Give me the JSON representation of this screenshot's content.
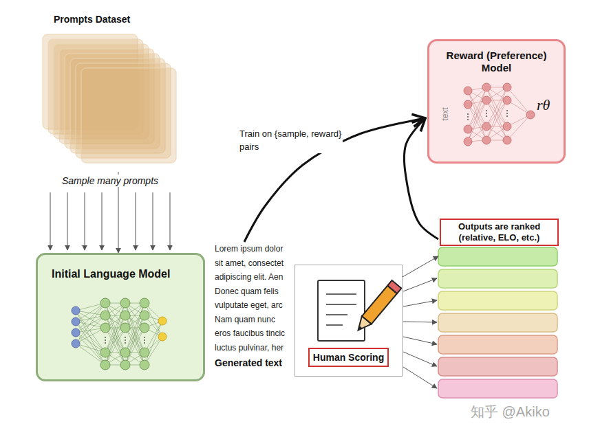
{
  "diagram": {
    "nodes": [
      {
        "text": [
          "Prompts Dataset"
        ]
      },
      {
        "text": [
          "Initial Language Model"
        ]
      },
      {
        "text": [
          "Lorem ipsum dolor sit amet, consectet adipiscing elit. Aen Donec quam felis vulputate eget, arc Nam quam nunc eros faucibus tincic luctus pulvinar, her",
          "Generated text"
        ]
      },
      {
        "text": [
          "Human Scoring"
        ]
      },
      {
        "text": [
          "Reward (Preference) Model",
          "text",
          "rθ"
        ]
      },
      {
        "text": [
          "Outputs are ranked (relative, ELO, etc.)"
        ]
      }
    ],
    "edges": [
      {
        "from": 0,
        "to": 1,
        "label": "Sample many prompts",
        "arrow": "to"
      },
      {
        "from": 2,
        "to": 4,
        "label": "Train on {sample, reward} pairs",
        "arrow": "to"
      },
      {
        "from": 5,
        "to": 4,
        "arrow": "to"
      },
      {
        "from": 3,
        "to": 5,
        "arrow": "to"
      }
    ],
    "labels": [
      "知乎 @Akiko"
    ]
  }
}
